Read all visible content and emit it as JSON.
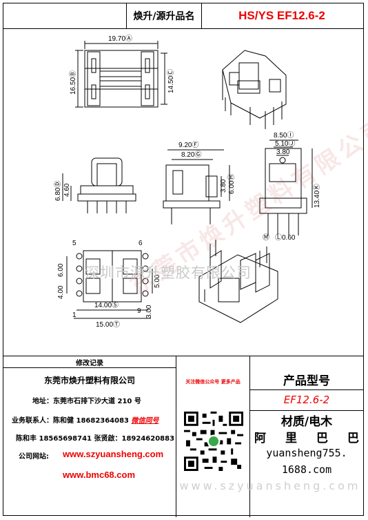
{
  "header": {
    "label": "焕升/源升品名",
    "value": "HS/YS EF12.6-2"
  },
  "dimensions": {
    "top_width": "19.70Ⓐ",
    "top_height_left": "16.50Ⓑ",
    "top_height_right": "14.50Ⓒ",
    "front_h1": "6.80Ⓓ",
    "front_h2": "4.60",
    "side_w1": "9.20Ⓕ",
    "side_w2": "8.20Ⓖ",
    "side_h1": "3.80",
    "side_h2": "6.00Ⓗ",
    "end_w1": "8.50Ⓘ",
    "end_w2": "5.10Ⓙ",
    "end_w3": "3.80",
    "end_h": "13.40Ⓚ",
    "pin_dia": "Ⓛ0.60",
    "pin_label": "Ⓜ",
    "bot_w1": "14.00Ⓢ",
    "bot_w2": "15.00Ⓣ",
    "bot_h1": "4.00",
    "bot_h2": "6.00",
    "bot_h3": "5.00",
    "bot_h4": "3.00",
    "pin_5": "5",
    "pin_1": "1",
    "pin_9": "9",
    "pin_6": "6"
  },
  "watermark": {
    "line": "深圳市源升塑胶有限公司",
    "diag": "东莞市焕升塑料有限公司"
  },
  "footer": {
    "revision_label": "修改记录",
    "company": "东莞市焕升塑料有限公司",
    "address": "地址：东莞市石排下沙大道 210 号",
    "contact1": "业务联系人：陈和健 18682364083",
    "contact1_tag": "微信同号",
    "contact2": "陈和丰 18565698741 张贤啟：18924620883",
    "site_label": "公司网站:",
    "site1": "www.szyuansheng.com",
    "site2": "www.bmc68.com",
    "follow": "关注微信公众号 更多产品",
    "product_title": "产品型号",
    "product_model": "EF12.6-2",
    "material": "材质/电木",
    "ali": [
      "阿",
      "里",
      "巴",
      "巴"
    ],
    "shop_line1": "yuansheng755.",
    "shop_line2": "1688.com",
    "url_wm": "www.szyuansheng.com"
  }
}
